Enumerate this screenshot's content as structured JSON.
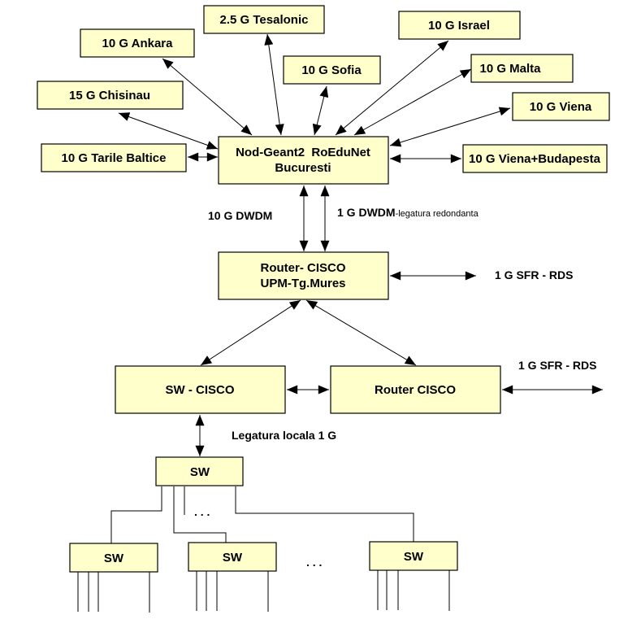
{
  "colors": {
    "box_fill": "#ffffcc",
    "stroke": "#000000",
    "background": "#ffffff"
  },
  "nodes": {
    "central": {
      "lines": [
        "Nod-Geant2  RoEduNet",
        "Bucuresti"
      ]
    },
    "ankara": {
      "lines": [
        "10 G Ankara"
      ]
    },
    "tesalonic": {
      "lines": [
        "2.5 G Tesalonic"
      ]
    },
    "sofia": {
      "lines": [
        "10 G Sofia"
      ]
    },
    "israel": {
      "lines": [
        "10 G Israel"
      ]
    },
    "malta": {
      "lines": [
        "10 G Malta"
      ]
    },
    "viena": {
      "lines": [
        "10 G Viena"
      ]
    },
    "chisinau": {
      "lines": [
        "15 G Chisinau"
      ]
    },
    "baltice": {
      "lines": [
        "10 G Tarile Baltice"
      ]
    },
    "viena_budapesta": {
      "lines": [
        "10 G Viena+Budapesta"
      ]
    },
    "router_upm": {
      "lines": [
        "Router- CISCO",
        "UPM-Tg.Mures"
      ]
    },
    "sw_cisco": {
      "lines": [
        "SW - CISCO"
      ]
    },
    "router_cisco": {
      "lines": [
        "Router CISCO"
      ]
    },
    "sw_top": {
      "lines": [
        "SW"
      ]
    },
    "sw_1": {
      "lines": [
        "SW"
      ]
    },
    "sw_2": {
      "lines": [
        "SW"
      ]
    },
    "sw_3": {
      "lines": [
        "SW"
      ]
    }
  },
  "labels": {
    "dwdm_10g": "10 G DWDM",
    "dwdm_1g": "1 G DWDM",
    "dwdm_1g_note": "-legatura redondanta",
    "sfr_rds_1": "1 G SFR - RDS",
    "sfr_rds_2": "1 G SFR - RDS",
    "local_link": "Legatura locala 1 G",
    "ellipsis_top": ". . .",
    "ellipsis_bottom": ". . ."
  }
}
